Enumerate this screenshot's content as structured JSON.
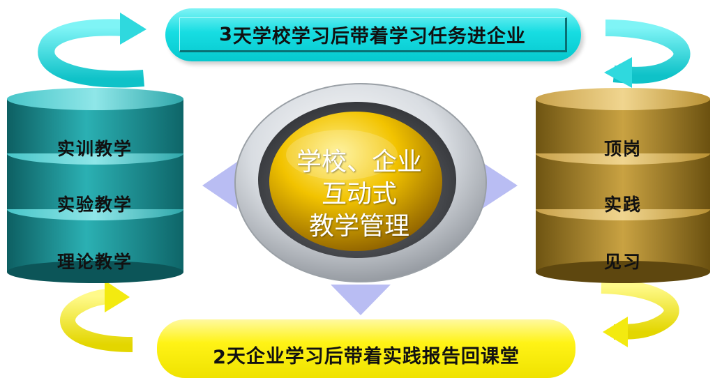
{
  "top_banner": {
    "bold": "3",
    "text": "天学校学习后带着学习任务进企业"
  },
  "bottom_banner": {
    "bold": "2",
    "text": "天企业学习后带着实践报告回课堂"
  },
  "left_stack": {
    "labels": [
      "实训教学",
      "实验教学",
      "理论教学"
    ],
    "color": "#1f9c9f"
  },
  "right_stack": {
    "labels": [
      "顶岗",
      "实践",
      "见习"
    ],
    "color": "#b8912e"
  },
  "center": {
    "lines": [
      "学校、企业",
      "互动式",
      "教学管理"
    ],
    "color": "#e0b000"
  },
  "colors": {
    "cyan_arrow": "#1fd4d9",
    "yellow_arrow": "#f2ea00",
    "lavender_triangle": "#b9bdf3"
  }
}
